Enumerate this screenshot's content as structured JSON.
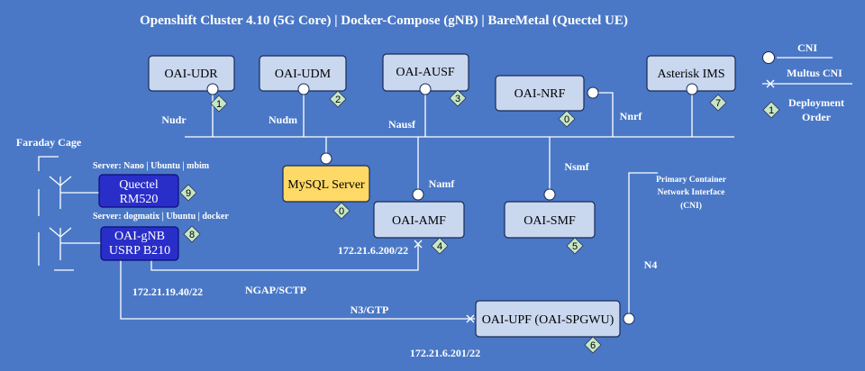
{
  "title": "Openshift Cluster 4.10 (5G Core) | Docker-Compose (gNB) | BareMetal (Quectel UE)",
  "legend": {
    "cni": "CNI",
    "multus": "Multus CNI",
    "order_line1": "Deployment",
    "order_line2": "Order"
  },
  "nodes": {
    "udr": {
      "label": "OAI-UDR",
      "order": "1"
    },
    "udm": {
      "label": "OAI-UDM",
      "order": "2"
    },
    "ausf": {
      "label": "OAI-AUSF",
      "order": "3"
    },
    "nrf": {
      "label": "OAI-NRF",
      "order": "0"
    },
    "ims": {
      "label": "Asterisk IMS",
      "order": "7"
    },
    "mysql": {
      "label": "MySQL Server",
      "order": "0"
    },
    "amf": {
      "label": "OAI-AMF",
      "order": "4"
    },
    "smf": {
      "label": "OAI-SMF",
      "order": "5"
    },
    "upf": {
      "label": "OAI-UPF (OAI-SPGWU)",
      "order": "6"
    },
    "quectel": {
      "line1": "Quectel",
      "line2": "RM520",
      "order": "9"
    },
    "gnb": {
      "line1": "OAI-gNB",
      "line2": "USRP B210",
      "order": "8"
    }
  },
  "interfaces": {
    "nudr": "Nudr",
    "nudm": "Nudm",
    "nausf": "Nausf",
    "nnrf": "Nnrf",
    "namf": "Namf",
    "nsmf": "Nsmf",
    "n4": "N4",
    "ngap": "NGAP/SCTP",
    "n3": "N3/GTP"
  },
  "labels": {
    "faraday": "Faraday Cage",
    "server_nano": "Server: Nano | Ubuntu | mbim",
    "server_dogmatix": "Server: dogmatix | Ubuntu | docker",
    "primary_cni_1": "Primary Container",
    "primary_cni_2": "Network Interface",
    "primary_cni_3": "(CNI)",
    "ip_amf": "172.21.6.200/22",
    "ip_gnb": "172.21.19.40/22",
    "ip_upf": "172.21.6.201/22"
  }
}
